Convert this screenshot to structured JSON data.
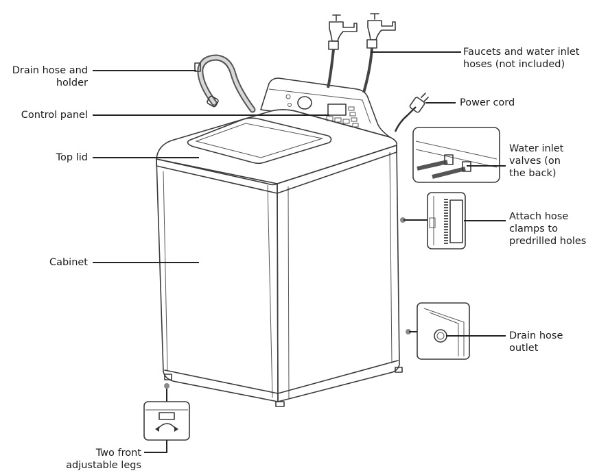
{
  "labels": {
    "drain_hose_holder": [
      "Drain hose and",
      "holder"
    ],
    "control_panel": "Control panel",
    "top_lid": "Top lid",
    "cabinet": "Cabinet",
    "two_front_legs": [
      "Two front",
      "adjustable legs"
    ],
    "faucets_hoses": [
      "Faucets and water inlet",
      "hoses (not included)"
    ],
    "power_cord": "Power cord",
    "water_inlet_valves": [
      "Water inlet",
      "valves (on",
      "the back)"
    ],
    "attach_hose_clamps": [
      "Attach hose",
      "clamps to",
      "predrilled holes"
    ],
    "drain_hose_outlet": [
      "Drain hose",
      "outlet"
    ]
  }
}
